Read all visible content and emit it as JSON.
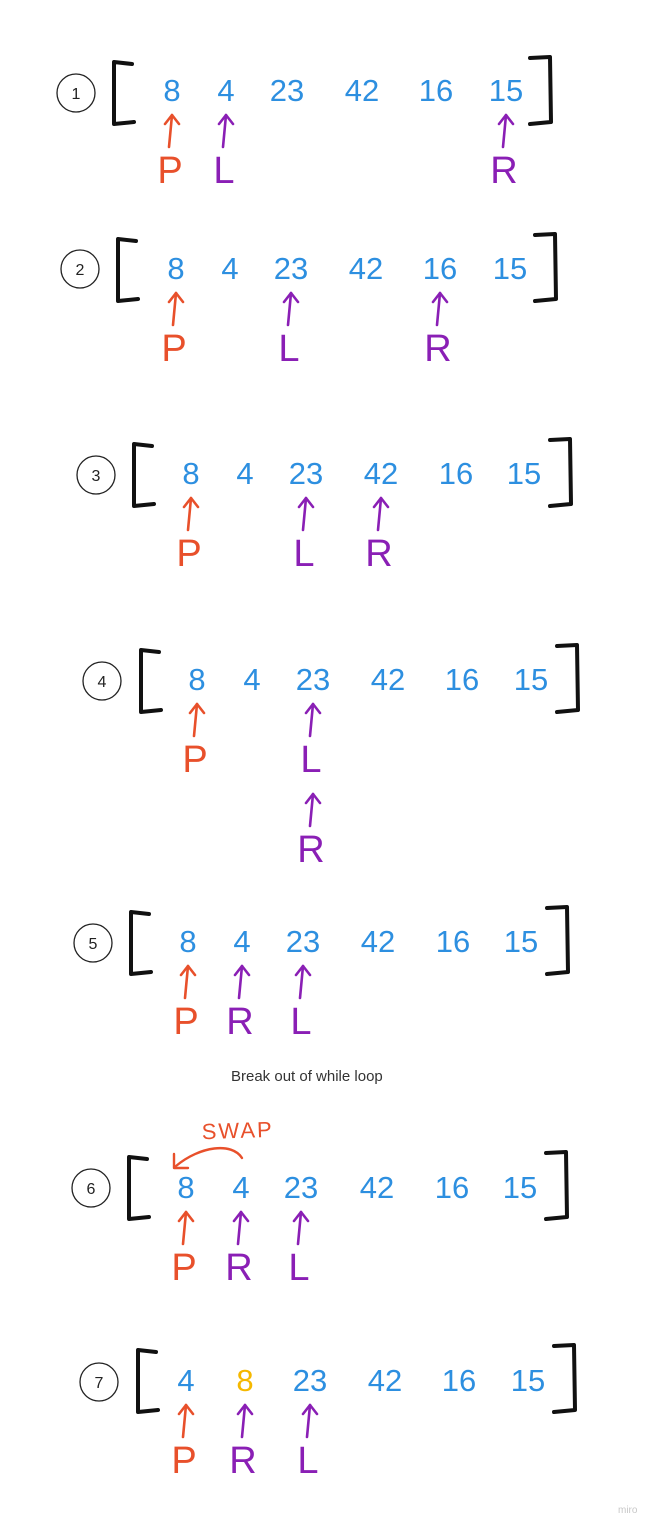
{
  "colors": {
    "number": "#2d8fe0",
    "highlight": "#f5b800",
    "pivot": "#e8502b",
    "pointer": "#8a1fb5",
    "bracket": "#111111",
    "circle": "#222222",
    "text": "#333333"
  },
  "note": "Break out of while loop",
  "swap_label": "SWAP",
  "watermark": "miro",
  "steps": [
    {
      "index": "1",
      "values": [
        "8",
        "4",
        "23",
        "42",
        "16",
        "15"
      ],
      "highlight": [],
      "pointers": [
        {
          "label": "P",
          "role": "pivot",
          "at": 0
        },
        {
          "label": "L",
          "role": "pointer",
          "at": 1
        },
        {
          "label": "R",
          "role": "pointer",
          "at": 5
        }
      ]
    },
    {
      "index": "2",
      "values": [
        "8",
        "4",
        "23",
        "42",
        "16",
        "15"
      ],
      "highlight": [],
      "pointers": [
        {
          "label": "P",
          "role": "pivot",
          "at": 0
        },
        {
          "label": "L",
          "role": "pointer",
          "at": 2
        },
        {
          "label": "R",
          "role": "pointer",
          "at": 4
        }
      ]
    },
    {
      "index": "3",
      "values": [
        "8",
        "4",
        "23",
        "42",
        "16",
        "15"
      ],
      "highlight": [],
      "pointers": [
        {
          "label": "P",
          "role": "pivot",
          "at": 0
        },
        {
          "label": "L",
          "role": "pointer",
          "at": 2
        },
        {
          "label": "R",
          "role": "pointer",
          "at": 3
        }
      ]
    },
    {
      "index": "4",
      "values": [
        "8",
        "4",
        "23",
        "42",
        "16",
        "15"
      ],
      "highlight": [],
      "pointers": [
        {
          "label": "P",
          "role": "pivot",
          "at": 0
        },
        {
          "label": "L",
          "role": "pointer",
          "at": 2
        },
        {
          "label": "R",
          "role": "pointer",
          "at": 2,
          "stacked": true
        }
      ]
    },
    {
      "index": "5",
      "values": [
        "8",
        "4",
        "23",
        "42",
        "16",
        "15"
      ],
      "highlight": [],
      "pointers": [
        {
          "label": "P",
          "role": "pivot",
          "at": 0
        },
        {
          "label": "R",
          "role": "pointer",
          "at": 1
        },
        {
          "label": "L",
          "role": "pointer",
          "at": 2
        }
      ]
    },
    {
      "index": "6",
      "values": [
        "8",
        "4",
        "23",
        "42",
        "16",
        "15"
      ],
      "highlight": [],
      "swap": true,
      "pointers": [
        {
          "label": "P",
          "role": "pivot",
          "at": 0
        },
        {
          "label": "R",
          "role": "pointer",
          "at": 1
        },
        {
          "label": "L",
          "role": "pointer",
          "at": 2
        }
      ]
    },
    {
      "index": "7",
      "values": [
        "4",
        "8",
        "23",
        "42",
        "16",
        "15"
      ],
      "highlight": [
        1
      ],
      "pointers": [
        {
          "label": "P",
          "role": "pivot",
          "at": 0
        },
        {
          "label": "R",
          "role": "pointer",
          "at": 1
        },
        {
          "label": "L",
          "role": "pointer",
          "at": 2
        }
      ]
    }
  ]
}
